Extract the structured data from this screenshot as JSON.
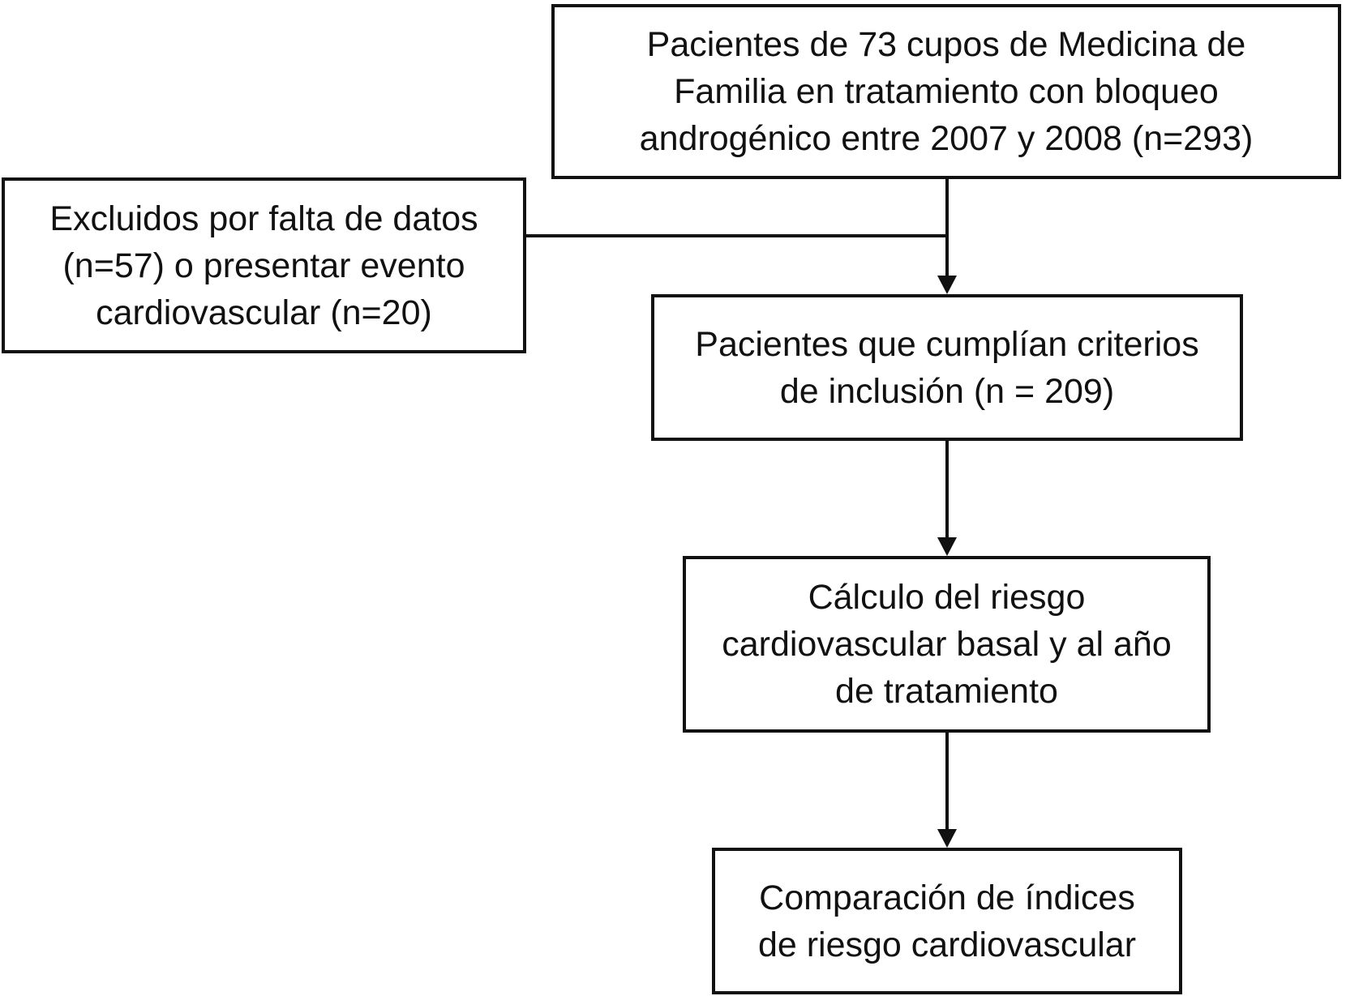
{
  "flowchart": {
    "boxes": {
      "top": {
        "text": "Pacientes de 73 cupos de Medicina de\nFamilia en tratamiento con bloqueo\nandrogénico entre 2007 y 2008 (n=293)"
      },
      "excluded": {
        "text": "Excluidos por falta de datos\n(n=57) o presentar evento\ncardiovascular (n=20)"
      },
      "included": {
        "text": "Pacientes que cumplían criterios\nde inclusión (n = 209)"
      },
      "calculation": {
        "text": "Cálculo del riesgo\ncardiovascular basal y al año\nde tratamiento"
      },
      "comparison": {
        "text": "Comparación de índices\nde riesgo cardiovascular"
      }
    },
    "line_color": "#111111"
  }
}
